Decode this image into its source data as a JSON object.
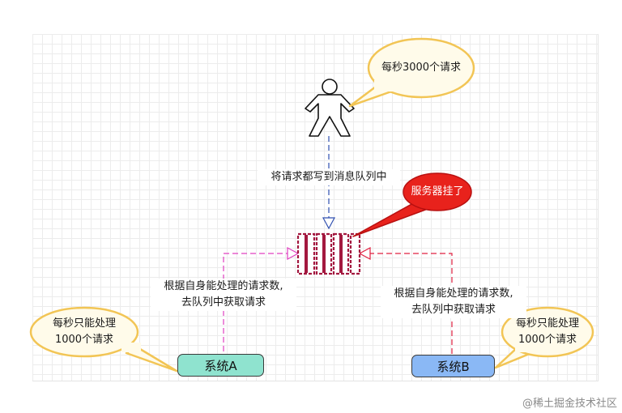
{
  "callouts": {
    "user_rate": "每秒3000个请求",
    "server_down": "服务器挂了",
    "system_a_rate_line1": "每秒只能处理",
    "system_a_rate_line2": "1000个请求",
    "system_b_rate_line1": "每秒只能处理",
    "system_b_rate_line2": "1000个请求"
  },
  "labels": {
    "write_to_queue": "将请求都写到消息队列中",
    "system_a_fetch_line1": "根据自身能处理的请求数,",
    "system_a_fetch_line2": "去队列中获取请求",
    "system_b_fetch_line1": "根据自身能处理的请求数,",
    "system_b_fetch_line2": "去队列中获取请求"
  },
  "systems": {
    "a": "系统A",
    "b": "系统B"
  },
  "colors": {
    "callout_fill": "#fffbea",
    "callout_stroke": "#f2c555",
    "server_down_fill": "#e8221c",
    "system_a_fill": "#8fe3cf",
    "system_b_fill": "#8ab8f5",
    "queue_stroke": "#a3183f",
    "arrow_a": "#e040c0",
    "arrow_b": "#e02040",
    "arrow_user": "#3050b0"
  },
  "icons": {
    "user": "stick-figure-user-icon",
    "queue": "message-queue-icon"
  },
  "watermark": "@稀土掘金技术社区"
}
